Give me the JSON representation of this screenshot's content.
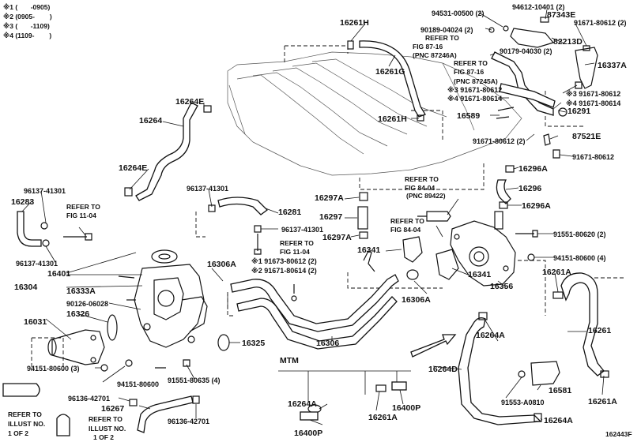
{
  "legend": [
    "※1 (       -0905)",
    "※2 (0905-        )",
    "※3 (       -1109)",
    "※4 (1109-        )"
  ],
  "diagram_id": "162443F",
  "labels": {
    "p16261H_top": "16261H",
    "p16261G": "16261G",
    "p16261H_mid": "16261H",
    "p94531": "94531-00500 (2)",
    "p94612": "94612-10401 (2)",
    "p87343E": "87343E",
    "p90189": "90189-04024 (2)",
    "p91671_top2": "91671-80612 (2)",
    "ref_8716a_1": "REFER TO",
    "ref_8716a_2": "FIG 87-16",
    "ref_8716a_3": "(PNC 87246A)",
    "p82213D": "82213D",
    "p90179": "90179-04030 (2)",
    "ref_8716b_1": "REFER TO",
    "ref_8716b_2": "FIG 87-16",
    "ref_8716b_3": "(PNC 87245A)",
    "p16337A": "16337A",
    "p3_91671a": "※3 91671-80612",
    "p4_91671a": "※4 91671-80614",
    "p3_91671b": "※3 91671-80612",
    "p4_91671b": "※4 91671-80614",
    "p16589": "16589",
    "p16291": "16291",
    "p16264E_top": "16264E",
    "p16264": "16264",
    "p87521E": "87521E",
    "p91671_mid2": "91671-80612 (2)",
    "p91671_right": "91671-80612",
    "p16264E_mid": "16264E",
    "p16296A_top": "16296A",
    "p16296": "16296",
    "p16296A_bot": "16296A",
    "p96137_a": "96137-41301",
    "p96137_b": "96137-41301",
    "p16283": "16283",
    "ref_1104a_1": "REFER TO",
    "ref_1104a_2": "FIG 11-04",
    "p16297A_top": "16297A",
    "ref_8404a_1": "REFER TO",
    "ref_8404a_2": "FIG 84-04",
    "ref_8404a_3": "(PNC 89422)",
    "p16281": "16281",
    "p16297": "16297",
    "p96137_c": "96137-41301",
    "ref_8404b_1": "REFER TO",
    "ref_8404b_2": "FIG 84-04",
    "p16297A_bot": "16297A",
    "p91551_top": "91551-80620 (2)",
    "ref_1104b_1": "REFER TO",
    "ref_1104b_2": "FIG 11-04",
    "p96137_d": "96137-41301",
    "p16341_a": "16341",
    "p94151_right": "94151-80600 (4)",
    "p16401": "16401",
    "p16306A_top": "16306A",
    "p1_91673": "※1 91673-80612 (2)",
    "p2_91671": "※2 91671-80614 (2)",
    "p16341_b": "16341",
    "p16261A_top": "16261A",
    "p16304": "16304",
    "p16333A": "16333A",
    "p16356": "16356",
    "p90126": "90126-06028",
    "p16306A_bot": "16306A",
    "p16326": "16326",
    "p16031": "16031",
    "p16325": "16325",
    "p16306": "16306",
    "p16264A_mid": "16264A",
    "p16261": "16261",
    "p94151_left": "94151-80600 (3)",
    "p16264D": "16264D",
    "mtm": "MTM",
    "p91551_bot": "91551-80635 (4)",
    "p94151_bot": "94151-80600",
    "p96136_a": "96136-42701",
    "p16267": "16267",
    "p16264A_bl": "16264A",
    "p16400P_a": "16400P",
    "p16581": "16581",
    "p91553": "91553-A0810",
    "ref_il1_1": "REFER TO",
    "ref_il1_2": "ILLUST NO.",
    "ref_il1_3": "1 OF 2",
    "ref_il2_1": "REFER TO",
    "ref_il2_2": "ILLUST NO.",
    "ref_il2_3": "1 OF 2",
    "p96136_b": "96136-42701",
    "p16261A_mtm": "16261A",
    "p16264A_br": "16264A",
    "p16261A_br": "16261A",
    "p16400P_b": "16400P"
  }
}
